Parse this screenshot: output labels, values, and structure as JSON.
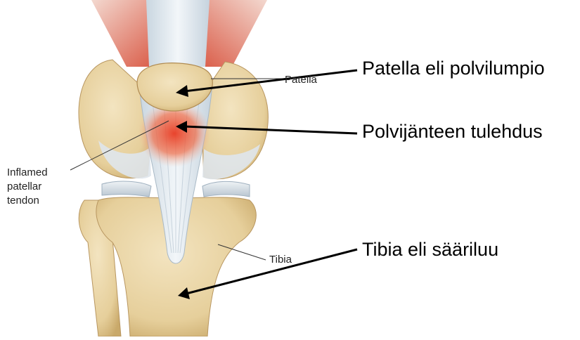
{
  "labels_overlay": {
    "patella": "Patella eli polvilumpio",
    "tendinitis": "Polvijänteen tulehdus",
    "tibia": "Tibia eli sääriluu"
  },
  "labels_original": {
    "patella": "Patella",
    "tibia": "Tibia",
    "inflamed_line1": "Inflamed",
    "inflamed_line2": "patellar",
    "inflamed_line3": "tendon"
  },
  "colors": {
    "bone": "#e8d3a2",
    "bone_shadow": "#c8aa6c",
    "tendon": "#dfe8ef",
    "inflammation": "#e8402a",
    "muscle": "#d9705a"
  }
}
